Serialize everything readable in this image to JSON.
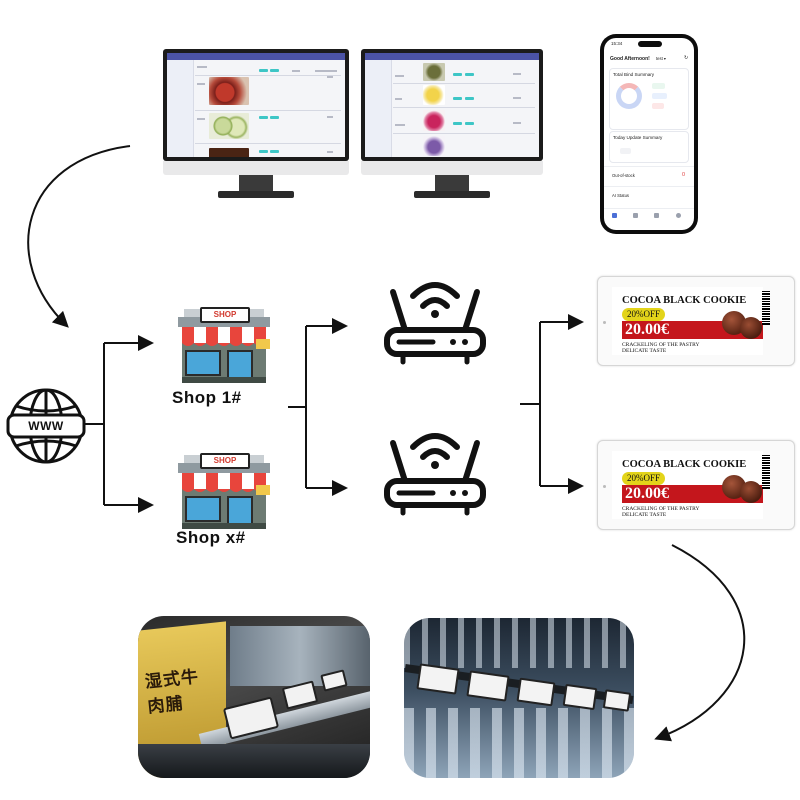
{
  "shops": [
    {
      "label": "Shop 1#",
      "sign": "SHOP"
    },
    {
      "label": "Shop x#",
      "sign": "SHOP"
    }
  ],
  "internet": {
    "badge": "WWW"
  },
  "phone": {
    "time": "15:34",
    "greeting": "Good Afternoon!",
    "store": "test ▾",
    "card1_title": "Total Bind Summary",
    "card2_title": "Today Update Summary",
    "row1": "Out-of-stock",
    "row1_value": "0",
    "row2": "AI Status"
  },
  "esl": {
    "title": "COCOA BLACK COOKIE",
    "discount": "20%OFF",
    "price": "20.00€",
    "sub1": "CRACKELING OF THE PASTRY",
    "sub2": "DELICATE TASTE"
  },
  "photo_text": {
    "package_text": "湿式牛肉脯"
  }
}
